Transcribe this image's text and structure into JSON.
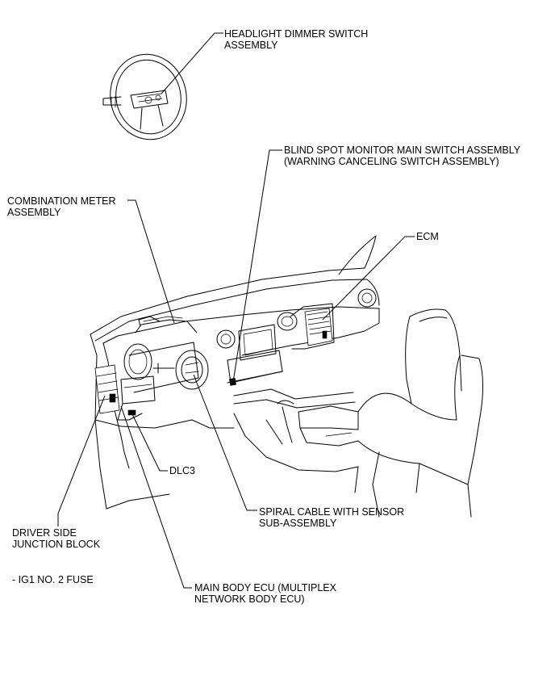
{
  "labels": {
    "headlight_dimmer_switch": [
      "HEADLIGHT DIMMER SWITCH",
      "ASSEMBLY"
    ],
    "blind_spot_monitor_switch": [
      "BLIND SPOT MONITOR MAIN SWITCH ASSEMBLY",
      "(WARNING CANCELING SWITCH ASSEMBLY)"
    ],
    "combination_meter": [
      "COMBINATION METER",
      "ASSEMBLY"
    ],
    "ecm": [
      "ECM"
    ],
    "dlc3": [
      "DLC3"
    ],
    "spiral_cable": [
      "SPIRAL CABLE WITH SENSOR",
      "SUB-ASSEMBLY"
    ],
    "driver_side_junction_block": [
      "DRIVER SIDE",
      "JUNCTION BLOCK"
    ],
    "ig1_fuse": [
      "- IG1 NO. 2 FUSE"
    ],
    "main_body_ecu": [
      "MAIN BODY ECU (MULTIPLEX",
      "NETWORK BODY ECU)"
    ]
  }
}
